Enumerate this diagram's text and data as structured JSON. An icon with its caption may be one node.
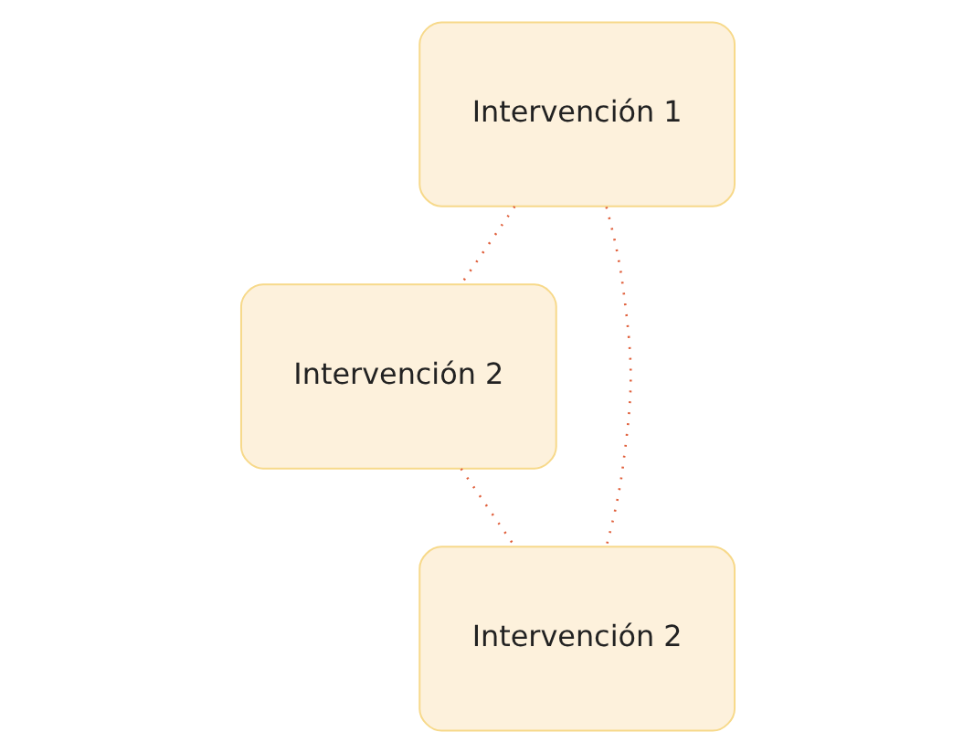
{
  "diagram": {
    "nodes": [
      {
        "text": [
          "Intervención 1"
        ]
      },
      {
        "text": [
          "Intervención 2"
        ]
      },
      {
        "text": [
          "Intervención 2"
        ]
      }
    ],
    "edges": [
      {
        "from": 0,
        "to": 1,
        "arrow": "none",
        "style": "dashed",
        "color": "#e0603c"
      },
      {
        "from": 0,
        "to": 2,
        "arrow": "none",
        "style": "dashed",
        "color": "#e0603c"
      },
      {
        "from": 1,
        "to": 2,
        "arrow": "none",
        "style": "dashed",
        "color": "#e0603c"
      }
    ]
  }
}
